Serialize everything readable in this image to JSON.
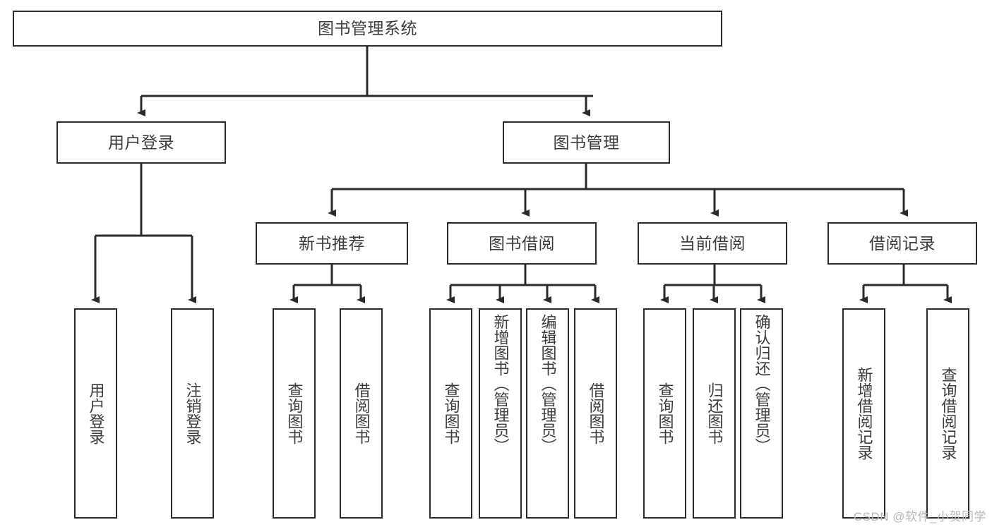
{
  "diagram": {
    "title": "图书管理系统",
    "watermark": "CSDN @软件_小贺同学",
    "stroke_color": "#2b2b2b",
    "text_color": "#3c3c3c",
    "background_color": "#ffffff",
    "nodes": {
      "root": {
        "label": "图书管理系统"
      },
      "level2": [
        {
          "label": "用户登录"
        },
        {
          "label": "图书管理"
        }
      ],
      "level3": [
        {
          "label": "新书推荐"
        },
        {
          "label": "图书借阅"
        },
        {
          "label": "当前借阅"
        },
        {
          "label": "借阅记录"
        }
      ],
      "leaves": {
        "user_login": [
          {
            "label": "用户登录"
          },
          {
            "label": "注销登录"
          }
        ],
        "new_book_recommend": [
          {
            "label": "查询图书"
          },
          {
            "label": "借阅图书"
          }
        ],
        "book_borrow": [
          {
            "label": "查询图书"
          },
          {
            "label": "新增图书（管理员）"
          },
          {
            "label": "编辑图书（管理员）"
          },
          {
            "label": "借阅图书"
          }
        ],
        "current_borrow": [
          {
            "label": "查询图书"
          },
          {
            "label": "归还图书"
          },
          {
            "label": "确认归还（管理员）"
          }
        ],
        "borrow_record": [
          {
            "label": "新增借阅记录"
          },
          {
            "label": "查询借阅记录"
          }
        ]
      }
    }
  }
}
